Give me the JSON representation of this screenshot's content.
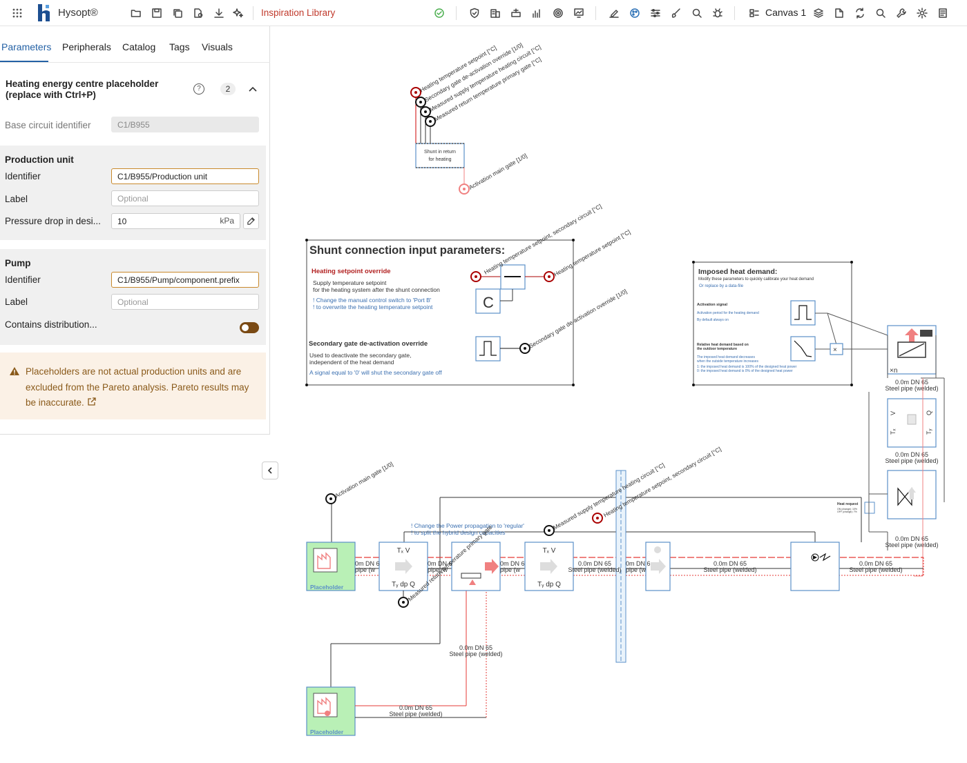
{
  "header": {
    "app_name": "Hysopt®",
    "library_link": "Inspiration Library",
    "canvas_name": "Canvas 1"
  },
  "tabs": [
    "Parameters",
    "Peripherals",
    "Catalog",
    "Tags",
    "Visuals"
  ],
  "section": {
    "title": "Heating energy centre placeholder (replace with Ctrl+P)",
    "count": "2",
    "base_label": "Base circuit identifier",
    "base_value": "C1/B955"
  },
  "production": {
    "title": "Production unit",
    "identifier_label": "Identifier",
    "identifier_value": "C1/B955/Production unit",
    "label_label": "Label",
    "label_placeholder": "Optional",
    "pressure_label": "Pressure drop in desi...",
    "pressure_value": "10",
    "pressure_unit": "kPa"
  },
  "pump": {
    "title": "Pump",
    "identifier_label": "Identifier",
    "identifier_value": "C1/B955/Pump/component.prefix",
    "label_label": "Label",
    "label_placeholder": "Optional",
    "distribution_label": "Contains distribution..."
  },
  "warning": "Placeholders are not actual production units and are excluded from the Pareto analysis. Pareto results may be inaccurate.",
  "canvas": {
    "top_signals": [
      "Heating temperature setpoint [°C]",
      "Secondary gate de-activation override [1/0]",
      "Measured supply temperature heating circuit [°C]",
      "Measured return temperature primary gate [°C]"
    ],
    "shunt_block": [
      "Shunt in return",
      "for heating"
    ],
    "activation_main_gate": "Activation main gate [1/0]",
    "shunt_params_title": "Shunt connection input parameters:",
    "heating_override_title": "Heating setpoint override",
    "heating_override_l1": "Supply temperature setpoint",
    "heating_override_l2": "for the heating system after the shunt connection",
    "heating_override_l3": "! Change the manual control switch to 'Port B'",
    "heating_override_l4": "! to overwrite the heating temperature setpoint",
    "sec_gate_title": "Secondary gate de-activation override",
    "sec_gate_l1": "Used to deactivate the secondary gate,",
    "sec_gate_l2": "independent of the heat demand",
    "sec_gate_l3": "A signal equal to '0' will shut the secondary gate off",
    "sig_heating_secondary": "Heating temperature setpoint, secondary circuit [°C]",
    "sig_heating_setpoint": "Heating temperature setpoint [°C]",
    "sig_secondary_override": "Secondary gate de-activation override [1/0]",
    "imposed_title": "Imposed heat demand:",
    "imposed_sub": "Modify these parameters to quickly calibrate your heat demand",
    "imposed_sub2": "Or replace by a data-file",
    "imposed_act": "Activation signal",
    "imposed_act_l1": "Activation period for the heating demand",
    "imposed_act_l2": "By default always on",
    "imposed_rel": "Relative heat demand based on",
    "imposed_rel2": "the outdoor temperature",
    "imposed_rel_l1": "The imposed heat demand decreases",
    "imposed_rel_l2": "when the outside temperature increases",
    "imposed_rel_l3": "1: the imposed heat demand is 100% of the designed heat power",
    "imposed_rel_l4": "0: the imposed heat demand is 0% of the designed heat power",
    "pipe_label_len": "0.0m DN 65",
    "pipe_label_type": "Steel pipe (welded)",
    "pipe_short_len": "0m DN 6",
    "pipe_short_type": "pipe (w",
    "note_power_l1": "! Change the Power propagation to 'regular'",
    "note_power_l2": "! to split the hybrid design capacities",
    "sig_measured_supply": "Measured supply temperature heating circuit [°C]",
    "sig_heating_secondary_2": "Heating temperature setpoint, secondary circuit [°C]",
    "sig_measured_return": "Measured return temperature primary gate",
    "placeholder_label": "Placeholder",
    "heat_request": "Heat request",
    "heat_request_sub1": "ON (change): 10%",
    "heat_request_sub2": "OFF (change): 7%",
    "xn": "×n",
    "sensor_top": "Tₓ V",
    "sensor_bottom": "Tᵧ dp Q"
  }
}
